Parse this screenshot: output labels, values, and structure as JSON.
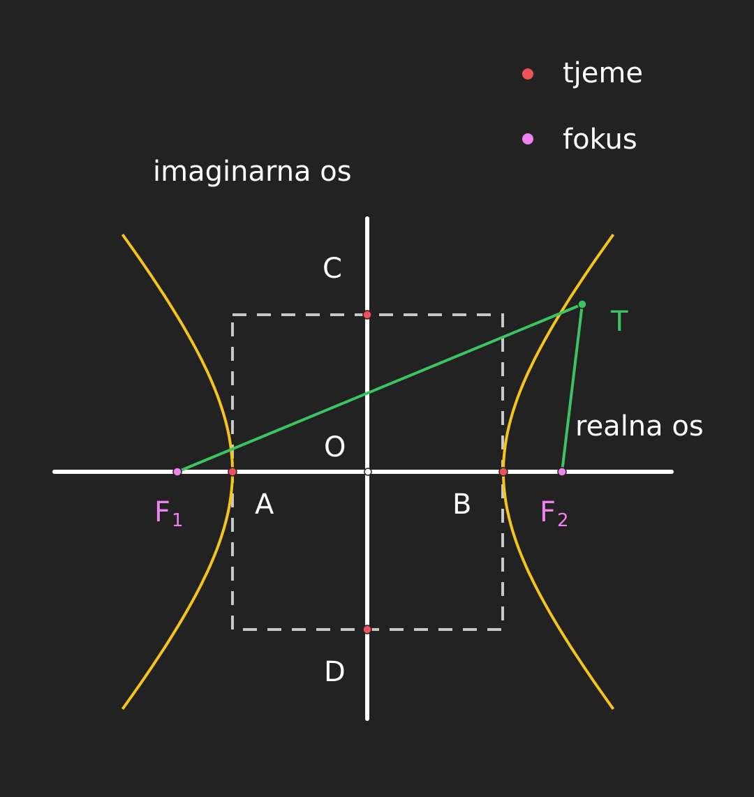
{
  "legend": {
    "vertex_label": "tjeme",
    "focus_label": "fokus"
  },
  "labels": {
    "imaginary_axis": "imaginarna os",
    "real_axis": "realna os",
    "C": "C",
    "D": "D",
    "O": "O",
    "A": "A",
    "B": "B",
    "T": "T",
    "F1": "F",
    "F1_sub": "1",
    "F2": "F",
    "F2_sub": "2"
  },
  "colors": {
    "background": "#222222",
    "axis": "#ffffff",
    "hyperbola": "#f5c518",
    "focal_lines": "#3cc463",
    "vertex": "#f0505a",
    "focus": "#ee82ee",
    "point_T": "#3cc463",
    "box": "#c8c8c8",
    "text": "#ffffff"
  },
  "geometry_data": {
    "a": 1,
    "b": 1.16,
    "T_y": 1.24
  }
}
